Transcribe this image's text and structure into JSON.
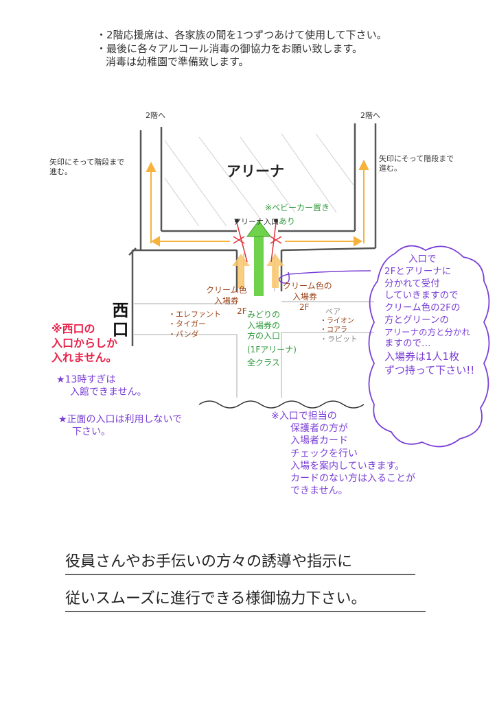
{
  "top_notes": [
    "・2階応援席は、各家族の間を1つずつあけて使用して下さい。",
    "・最後に各々アルコール消毒の御協力をお願い致します。",
    "消毒は幼稚園で準備致します。"
  ],
  "diagram": {
    "stairs_left": "2階へ",
    "stairs_right": "2階へ",
    "follow_left": [
      "矢印にそって階段まで",
      "進む。"
    ],
    "follow_right": [
      "矢印にそって階段まで",
      "進む。"
    ],
    "arena": "アリーナ",
    "stroller_note": "※ベビーカー置き",
    "arena_entrance": "アリーナ入口",
    "arena_entrance_suffix": "あり",
    "west_entrance": "西口",
    "cream_left": [
      "クリーム色",
      "入場券",
      "2F"
    ],
    "classes_left": [
      "・エレファント",
      "・タイガー",
      "・パンダ"
    ],
    "cream_right": [
      "クリーム色の",
      "入場券",
      "2F"
    ],
    "classes_right": [
      "ベア",
      "・ライオン",
      "・コアラ",
      "・ラビット"
    ],
    "green_entrance": [
      "みどりの",
      "入場券の",
      "方の入口",
      "(1Fアリーナ)",
      "全クラス"
    ]
  },
  "warnings": {
    "west_only": [
      "※西口の",
      "入口からしか",
      "入れません。"
    ],
    "after_13": [
      "★13時すぎは",
      "入館できません。"
    ],
    "front_entrance": [
      "★正面の入口は利用しないで",
      "下さい。"
    ]
  },
  "cloud_note": [
    "入口で",
    "2Fとアリーナに",
    "分かれて受付",
    "していきますので",
    "クリーム色の2Fの",
    "方とグリーンの",
    "アリーナの方と分かれ",
    "ますので…",
    "入場券は1人1枚",
    "ずつ持って下さい!!"
  ],
  "card_note": [
    "※入口で担当の",
    "保護者の方が",
    "入場者カード",
    "チェックを行い",
    "入場を案内していきます。",
    "カードのない方は入ることが",
    "できません。"
  ],
  "bottom_message": [
    "役員さんやお手伝いの方々の誘導や指示に",
    "従いスムーズに進行できる様御協力下さい。"
  ],
  "colors": {
    "red": "#e8234a",
    "purple": "#7a3fd6",
    "green": "#2f9a3c",
    "brown": "#9a4418",
    "orange": "#f7b23b",
    "arrow_green": "#6ed24a"
  }
}
